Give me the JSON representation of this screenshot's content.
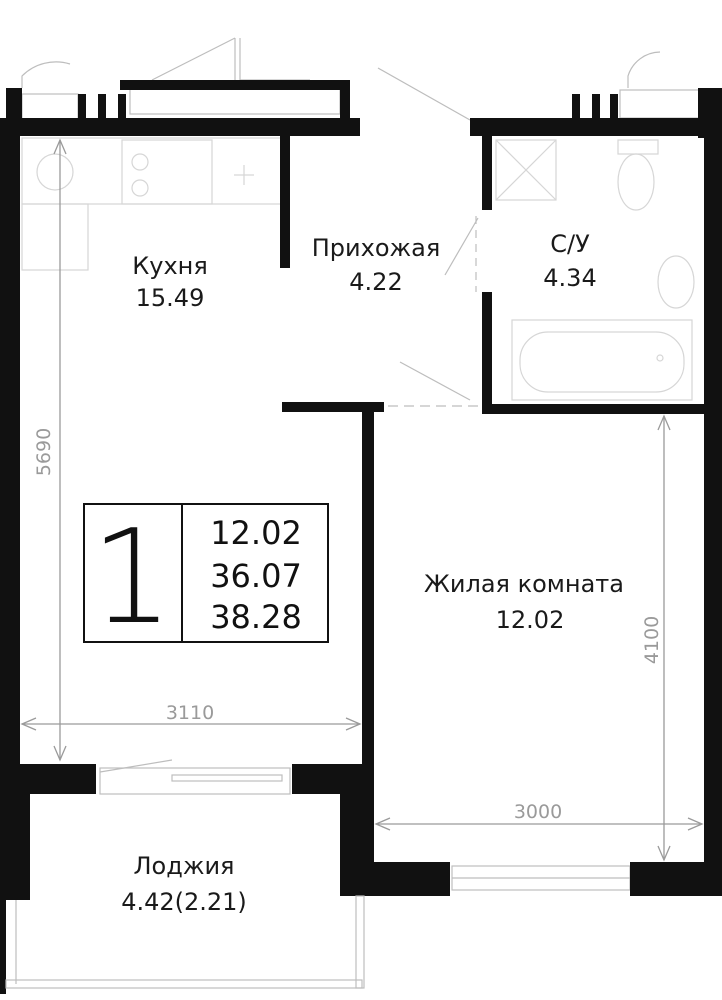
{
  "rooms": {
    "kitchen": {
      "name": "Кухня",
      "area": "15.49"
    },
    "hallway": {
      "name": "Прихожая",
      "area": "4.22"
    },
    "bathroom": {
      "name": "С/У",
      "area": "4.34"
    },
    "living": {
      "name": "Жилая комната",
      "area": "12.02"
    },
    "loggia": {
      "name": "Лоджия",
      "area": "4.42(2.21)"
    }
  },
  "summary": {
    "rooms_count": "1",
    "living_area": "12.02",
    "total_area": "36.07",
    "total_with_loggia": "38.28"
  },
  "dimensions": {
    "kitchen_height": "5690",
    "kitchen_width": "3110",
    "living_width": "3000",
    "living_height": "4100"
  },
  "colors": {
    "wall": "#111111",
    "dimension": "#9a9a9a",
    "furniture": "#d6d6d6"
  }
}
